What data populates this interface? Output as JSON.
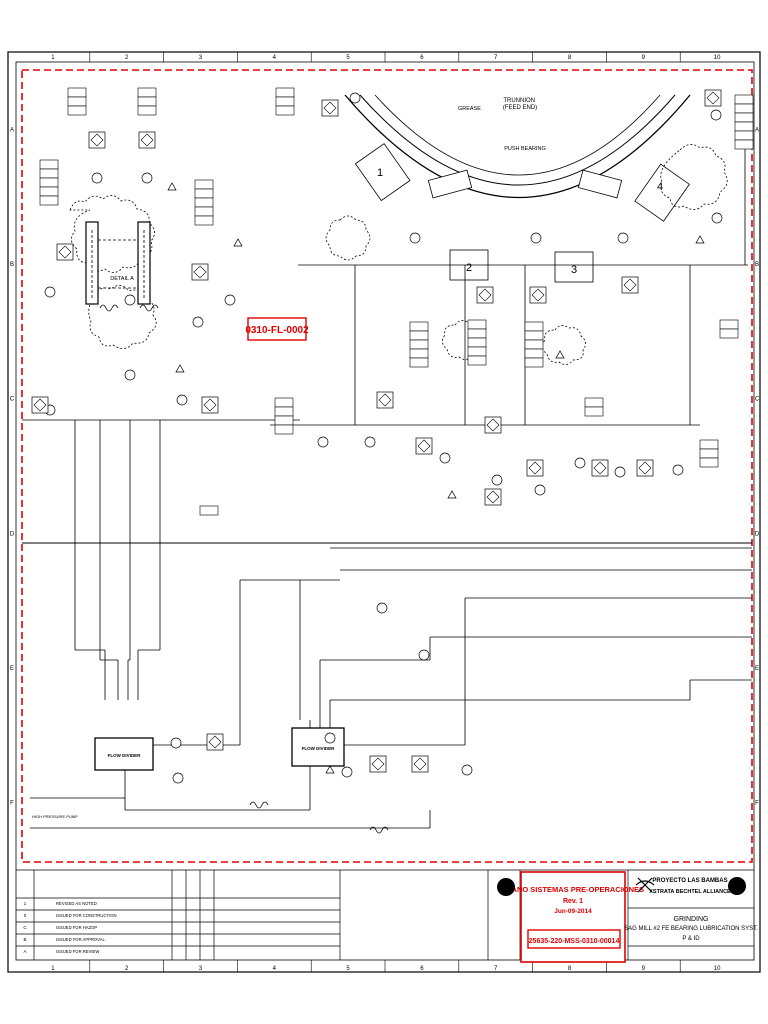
{
  "border": {
    "columns": [
      "1",
      "2",
      "3",
      "4",
      "5",
      "6",
      "7",
      "8",
      "9",
      "10"
    ],
    "rows": [
      "A",
      "B",
      "C",
      "D",
      "E",
      "F"
    ]
  },
  "drawing": {
    "section_label": "0310-FL-0002",
    "trunnion_label": "TRUNNION\n(FEED END)",
    "grease_label": "GREASE",
    "push_bearing_label": "PUSH BEARING",
    "detail_label": "DETAIL A",
    "flow_divider_label": "FLOW DIVIDER",
    "high_pressure_label": "HIGH PRESSURE PUMP",
    "bearing_pads": [
      "1",
      "2",
      "3",
      "4"
    ]
  },
  "title_block": {
    "stamp_line1": "PLANO SISTEMAS PRE-OPERACIONES",
    "stamp_line2": "Rev. 1",
    "stamp_line3": "Jun-09-2014",
    "doc_number": "25635-220-MSS-0310-00014",
    "project_line1": "PROYECTO LAS BAMBAS",
    "project_line2": "XSTRATA BECHTEL ALLIANCE",
    "title_line1": "GRINDING",
    "title_line2": "SAG MILL #2 FE BEARING LUBRICATION SYST.",
    "title_line3": "P & ID",
    "revisions": [
      {
        "rev": "1",
        "desc": "REVISED AS NOTED"
      },
      {
        "rev": "0",
        "desc": "ISSUED FOR CONSTRUCTION"
      },
      {
        "rev": "C",
        "desc": "ISSUED FOR HAZOP"
      },
      {
        "rev": "B",
        "desc": "ISSUED FOR APPROVAL"
      },
      {
        "rev": "A",
        "desc": "ISSUED FOR REVIEW"
      }
    ]
  },
  "colors": {
    "stamp": "#e00000",
    "line": "#000000"
  }
}
